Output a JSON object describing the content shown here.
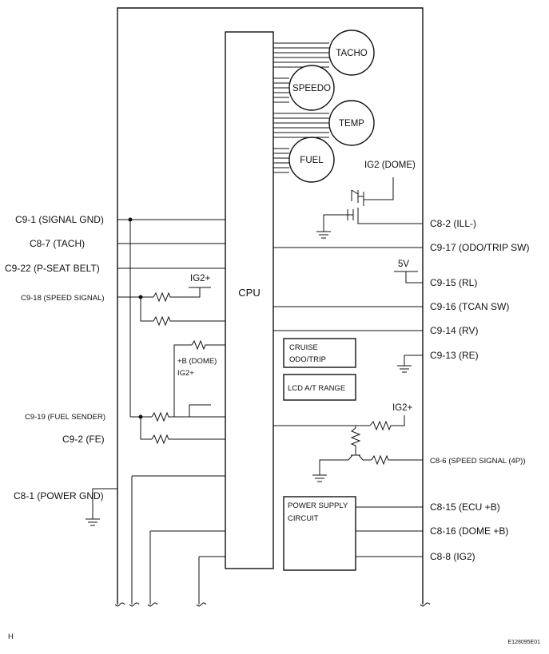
{
  "cpu_label": "CPU",
  "gauges": {
    "tacho": "TACHO",
    "speedo": "SPEEDO",
    "temp": "TEMP",
    "fuel": "FUEL"
  },
  "supply_labels": {
    "ig2_dome": "IG2 (DOME)",
    "ig2_plus_1": "IG2+",
    "ig2_plus_2": "IG2+",
    "five_v": "5V",
    "b_dome": "+B (DOME)",
    "ig2_plus_small": "IG2+"
  },
  "left_pins": {
    "c9_1": "C9-1 (SIGNAL GND)",
    "c8_7": "C8-7 (TACH)",
    "c9_22": "C9-22 (P-SEAT BELT)",
    "c9_18": "C9-18 (SPEED SIGNAL)",
    "c9_19": "C9-19 (FUEL SENDER)",
    "c9_2": "C9-2 (FE)",
    "c8_1": "C8-1 (POWER GND)"
  },
  "right_pins": {
    "c8_2": "C8-2 (ILL-)",
    "c9_17": "C9-17 (ODO/TRIP SW)",
    "c9_15": "C9-15 (RL)",
    "c9_16": "C9-16 (TCAN SW)",
    "c9_14": "C9-14 (RV)",
    "c9_13": "C9-13 (RE)",
    "c8_6": "C8-6 (SPEED SIGNAL (4P))",
    "c8_15": "C8-15 (ECU +B)",
    "c8_16": "C8-16 (DOME +B)",
    "c8_8": "C8-8 (IG2)"
  },
  "blocks": {
    "cruise_line1": "CRUISE",
    "cruise_line2": "ODO/TRIP",
    "lcd": "LCD A/T RANGE",
    "power_line1": "POWER SUPPLY",
    "power_line2": "CIRCUIT"
  },
  "footer": {
    "left_mark": "H",
    "figure_code": "E128095E01"
  }
}
